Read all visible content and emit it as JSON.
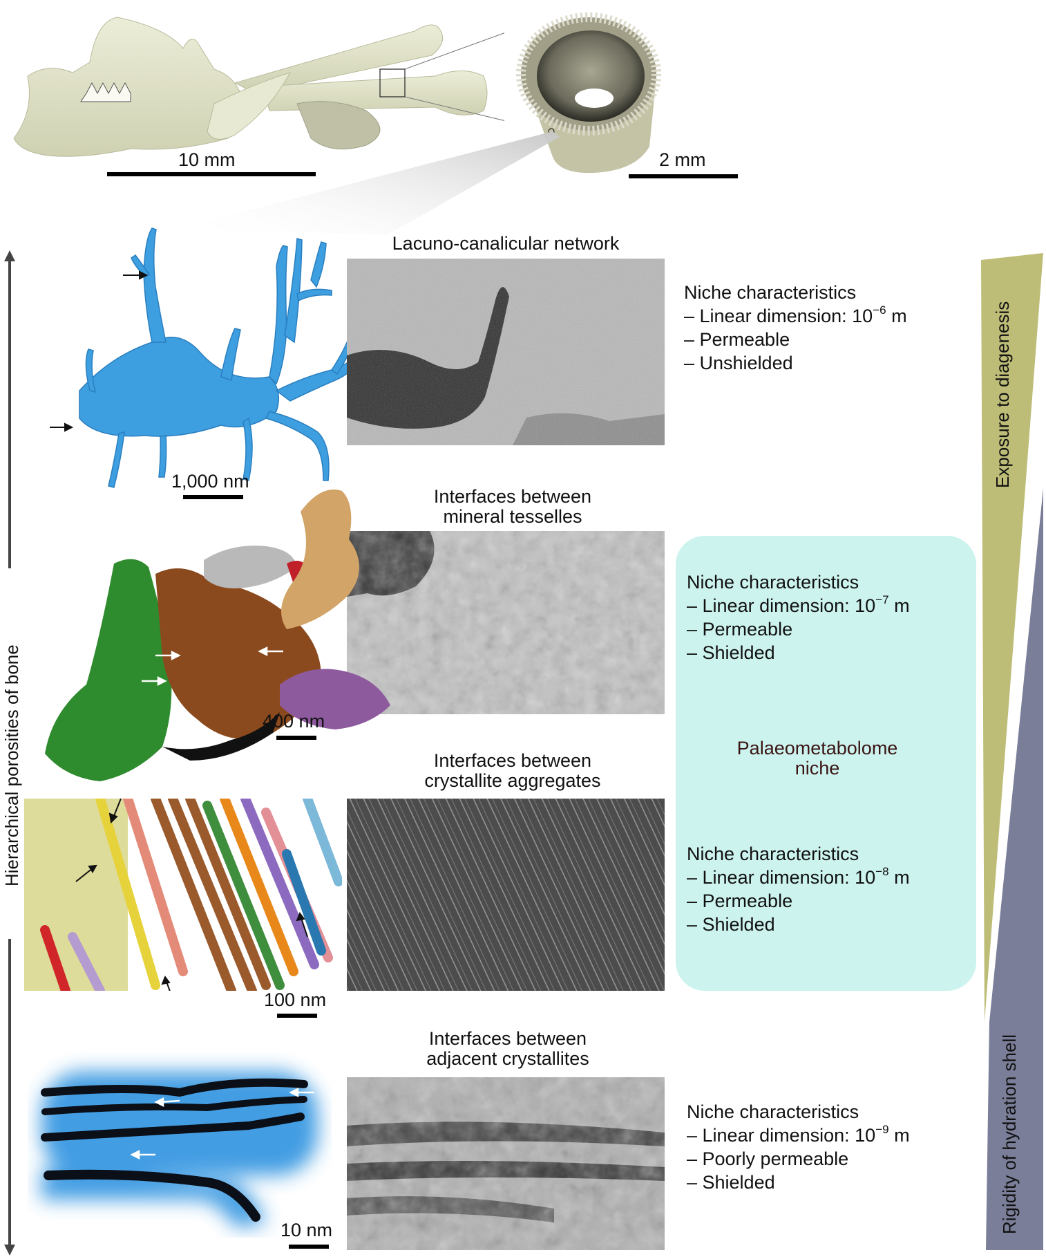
{
  "overview": {
    "specimen_scale_label": "10 mm",
    "cross_section_scale_label": "2 mm"
  },
  "axis": {
    "left_label": "Hierarchical porosities of bone"
  },
  "gradients": {
    "top_label": "Exposure to diagenesis",
    "top_color": "#bdbd78",
    "bottom_label": "Rigidity of hydration shell",
    "bottom_color": "#7a7e98"
  },
  "panels": [
    {
      "title_lines": [
        "Lacuno-canalicular network"
      ],
      "scale_label": "1,000 nm",
      "render_color": "#3d9ee0",
      "niche": {
        "heading": "Niche characteristics",
        "dimension_prefix": "– Linear dimension: 10",
        "dimension_exponent": "−6",
        "dimension_unit": " m",
        "permeability": "– Permeable",
        "shielding": "– Unshielded"
      }
    },
    {
      "title_lines": [
        "Interfaces between",
        "mineral tesselles"
      ],
      "scale_label": "400 nm",
      "niche": {
        "heading": "Niche characteristics",
        "dimension_prefix": "– Linear dimension: 10",
        "dimension_exponent": "−7",
        "dimension_unit": " m",
        "permeability": "– Permeable",
        "shielding": "– Shielded"
      }
    },
    {
      "title_lines": [
        "Interfaces between",
        "crystallite aggregates"
      ],
      "scale_label": "100 nm",
      "niche": {
        "heading": "Niche characteristics",
        "dimension_prefix": "– Linear dimension: 10",
        "dimension_exponent": "−8",
        "dimension_unit": " m",
        "permeability": "– Permeable",
        "shielding": "– Shielded"
      }
    },
    {
      "title_lines": [
        "Interfaces between",
        "adjacent crystallites"
      ],
      "scale_label": "10 nm",
      "niche": {
        "heading": "Niche characteristics",
        "dimension_prefix": "– Linear dimension: 10",
        "dimension_exponent": "−9",
        "dimension_unit": " m",
        "permeability": "– Poorly permeable",
        "shielding": "– Shielded"
      }
    }
  ],
  "palaeometabolome": {
    "line1": "Palaeometabolome",
    "line2": "niche",
    "box_color": "#ccf3ee"
  }
}
